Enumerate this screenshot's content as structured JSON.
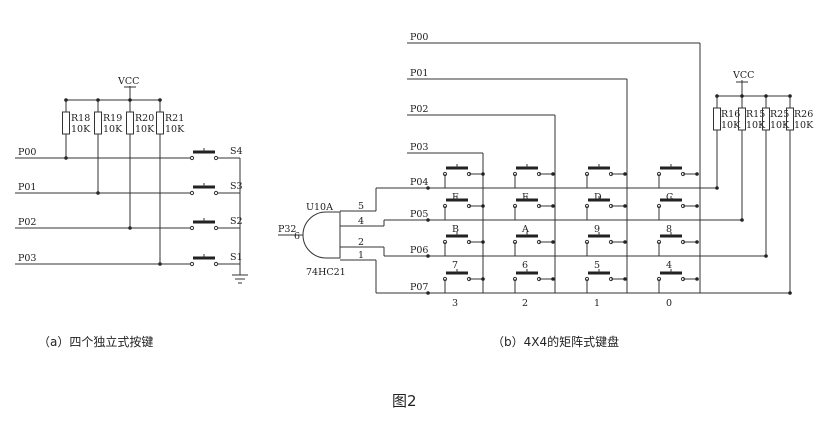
{
  "left": {
    "vcc": "VCC",
    "resistors": [
      {
        "name": "R18",
        "value": "10K"
      },
      {
        "name": "R19",
        "value": "10K"
      },
      {
        "name": "R20",
        "value": "10K"
      },
      {
        "name": "R21",
        "value": "10K"
      }
    ],
    "ports": [
      "P00",
      "P01",
      "P02",
      "P03"
    ],
    "switches": [
      "S4",
      "S3",
      "S2",
      "S1"
    ],
    "caption": "（a）四个独立式按键"
  },
  "right": {
    "vcc": "VCC",
    "col_ports": [
      "P00",
      "P01",
      "P02",
      "P03"
    ],
    "row_ports": [
      "P04",
      "P05",
      "P06",
      "P07"
    ],
    "resistors": [
      {
        "name": "R16",
        "value": "10K"
      },
      {
        "name": "R15",
        "value": "10K"
      },
      {
        "name": "R25",
        "value": "10K"
      },
      {
        "name": "R26",
        "value": "10K"
      }
    ],
    "gate": {
      "name": "U10A",
      "part": "74HC21",
      "output": "P32",
      "output_pin": "6",
      "pins": [
        "5",
        "4",
        "2",
        "1"
      ]
    },
    "keys": [
      [
        "F",
        "E",
        "D",
        "C"
      ],
      [
        "B",
        "A",
        "9",
        "8"
      ],
      [
        "7",
        "6",
        "5",
        "4"
      ],
      [
        "3",
        "2",
        "1",
        "0"
      ]
    ],
    "caption": "（b）4X4的矩阵式键盘"
  },
  "figure_label": "图2"
}
